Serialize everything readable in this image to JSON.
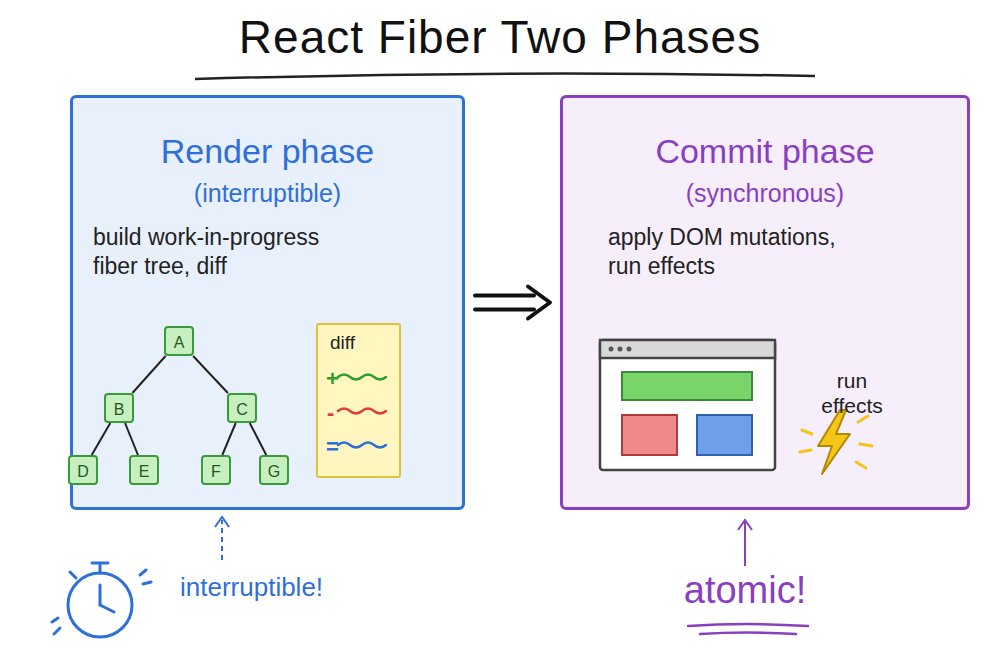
{
  "diagram": {
    "title": "React Fiber Two Phases",
    "nodes": [
      {
        "text": [
          "Render phase",
          "(interruptible)",
          "build work-in-progress fiber tree, diff"
        ]
      },
      {
        "text": [
          "A"
        ],
        "in": 0
      },
      {
        "text": [
          "B"
        ],
        "in": 0
      },
      {
        "text": [
          "C"
        ],
        "in": 0
      },
      {
        "text": [
          "D"
        ],
        "in": 0
      },
      {
        "text": [
          "E"
        ],
        "in": 0
      },
      {
        "text": [
          "F"
        ],
        "in": 0
      },
      {
        "text": [
          "G"
        ],
        "in": 0
      },
      {
        "text": [
          "diff",
          "+",
          "-",
          "="
        ],
        "in": 0
      },
      {
        "text": [
          "Commit phase",
          "(synchronous)",
          "apply DOM mutations, run effects"
        ]
      }
    ],
    "edges": [
      {
        "from": 1,
        "to": 2,
        "arrow": "none"
      },
      {
        "from": 1,
        "to": 3,
        "arrow": "none"
      },
      {
        "from": 2,
        "to": 4,
        "arrow": "none"
      },
      {
        "from": 2,
        "to": 5,
        "arrow": "none"
      },
      {
        "from": 3,
        "to": 6,
        "arrow": "none"
      },
      {
        "from": 3,
        "to": 7,
        "arrow": "none"
      },
      {
        "from": 0,
        "to": 9,
        "arrow": "to"
      }
    ],
    "labels": [
      "run effects",
      "interruptible!",
      "atomic!"
    ]
  }
}
